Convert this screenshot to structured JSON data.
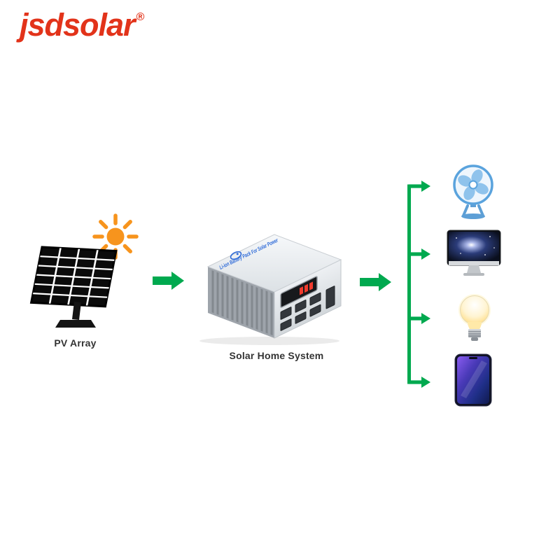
{
  "logo": {
    "text": "jsdsolar",
    "registered_mark": "®",
    "color": "#e2331a"
  },
  "diagram": {
    "source": {
      "label": "PV Array"
    },
    "converter": {
      "label": "Solar Home System",
      "top_text": "Li-ion Battery Pack For Solar Power"
    },
    "loads": [
      "fan",
      "monitor",
      "light-bulb",
      "smartphone"
    ],
    "colors": {
      "arrow_green": "#00a94f",
      "sun_orange": "#f7941d",
      "device_text_blue": "#2f6bd8",
      "logo_red": "#e2331a"
    }
  }
}
